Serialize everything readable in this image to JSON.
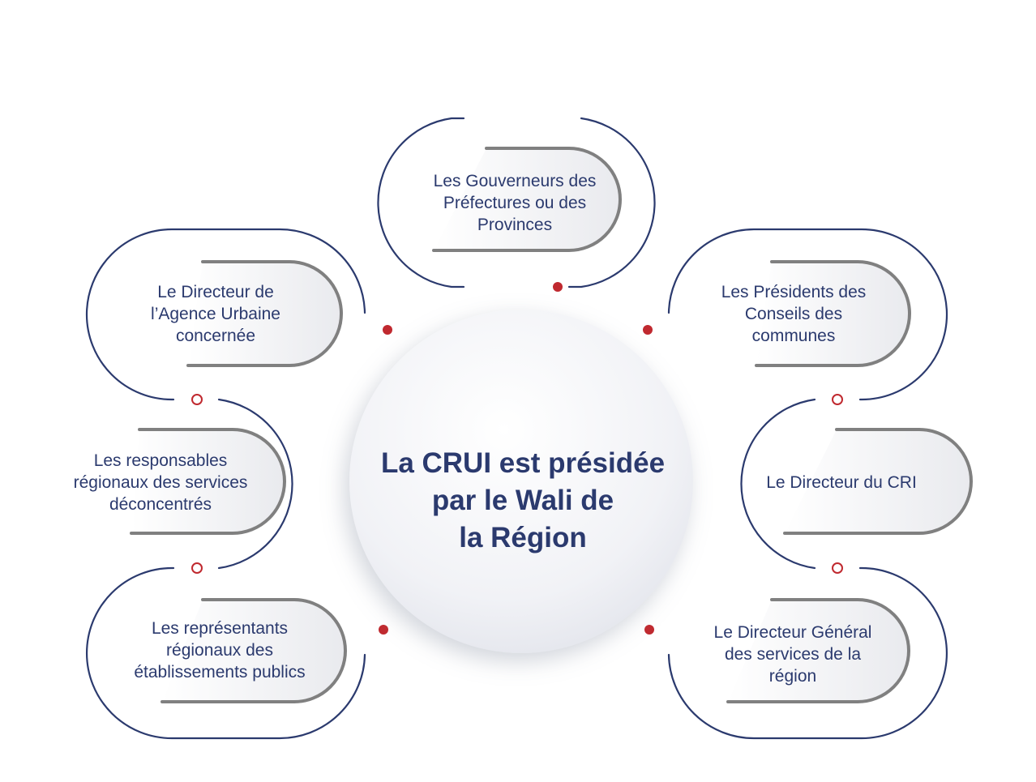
{
  "center": {
    "title": "La CRUI est présidée\npar le Wali de\nla Région"
  },
  "members": [
    {
      "label": "Les Gouverneurs des\nPréfectures ou des\nProvinces"
    },
    {
      "label": "Le Directeur de\nl’Agence Urbaine\nconcernée"
    },
    {
      "label": "Les Présidents des\nConseils des\ncommunes"
    },
    {
      "label": "Les responsables\nrégionaux des services\ndéconcentrés"
    },
    {
      "label": "Le Directeur du CRI"
    },
    {
      "label": "Les représentants\nrégionaux des\nétablissements publics"
    },
    {
      "label": "Le Directeur Général\ndes services de la\nrégion"
    }
  ],
  "colors": {
    "navy": "#2b3a6e",
    "gray": "#808080",
    "red": "#c0292f",
    "circle": "#f2f3f6"
  }
}
